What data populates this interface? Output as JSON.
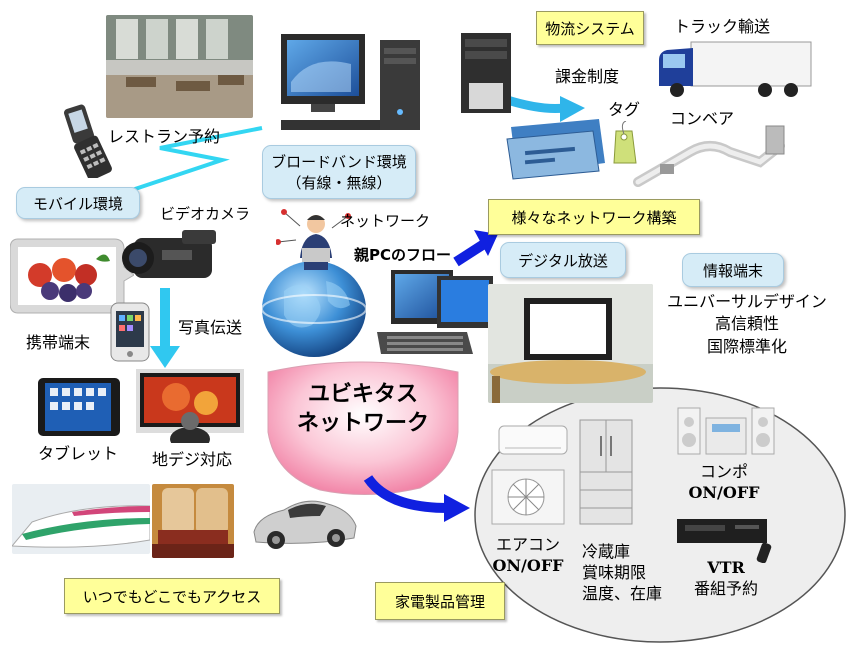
{
  "labels": {
    "restaurant_reservation": "レストラン予約",
    "mobile_env": "モバイル環境",
    "video_camera": "ビデオカメラ",
    "broadband_env_line1": "ブロードバンド環境",
    "broadband_env_line2": "（有線・無線）",
    "network": "ネットワーク",
    "parent_pc_flow": "親PCのフロー",
    "photo_transfer": "写真伝送",
    "mobile_terminal": "携帯端末",
    "tablet": "タブレット",
    "digital_tv": "地デジ対応",
    "access_anywhere": "いつでもどこでもアクセス",
    "logistics_system": "物流システム",
    "truck_transport": "トラック輸送",
    "billing_system": "課金制度",
    "tag": "タグ",
    "conveyor": "コンベア",
    "various_networks": "様々なネットワーク構築",
    "digital_broadcast": "デジタル放送",
    "info_terminal": "情報端末",
    "universal_design": "ユニバーサルデザイン",
    "high_reliability": "高信頼性",
    "international_std": "国際標準化",
    "ubiquitous_line1": "ユビキタス",
    "ubiquitous_line2": "ネットワーク",
    "stereo": "コンポ",
    "stereo_onoff": "ON/OFF",
    "aircon": "エアコン",
    "aircon_onoff": "ON/OFF",
    "fridge_line1": "冷蔵庫",
    "fridge_line2": "賞味期限",
    "fridge_line3": "温度、在庫",
    "vtr": "VTR",
    "vtr_schedule": "番組予約",
    "appliance_mgmt": "家電製品管理"
  },
  "colors": {
    "yellow_box": "#ffff99",
    "blue_box": "#d6ecf7",
    "ubiquitous_pink": "#f58aa8",
    "arrow_blue": "#1020e0",
    "arrow_cyan": "#30c8f0",
    "ellipse_gray": "#eeeeee"
  },
  "icons": [
    "restaurant-photo",
    "flip-phone-icon",
    "desktop-pc-icon",
    "server-tower-icon",
    "truck-icon",
    "billing-card-icon",
    "tag-icon",
    "conveyor-icon",
    "fruit-bowl-icon",
    "video-camera-icon",
    "smartphone-icon",
    "globe-icon",
    "businessman-icon",
    "laptop-pc-icon",
    "digital-frame-tv-icon",
    "tablet-icon",
    "flat-tv-icon",
    "bullet-train-icon",
    "train-seat-icon",
    "sports-car-icon",
    "aircon-indoor-icon",
    "aircon-outdoor-icon",
    "fridge-icon",
    "stereo-icon",
    "vtr-icon"
  ]
}
